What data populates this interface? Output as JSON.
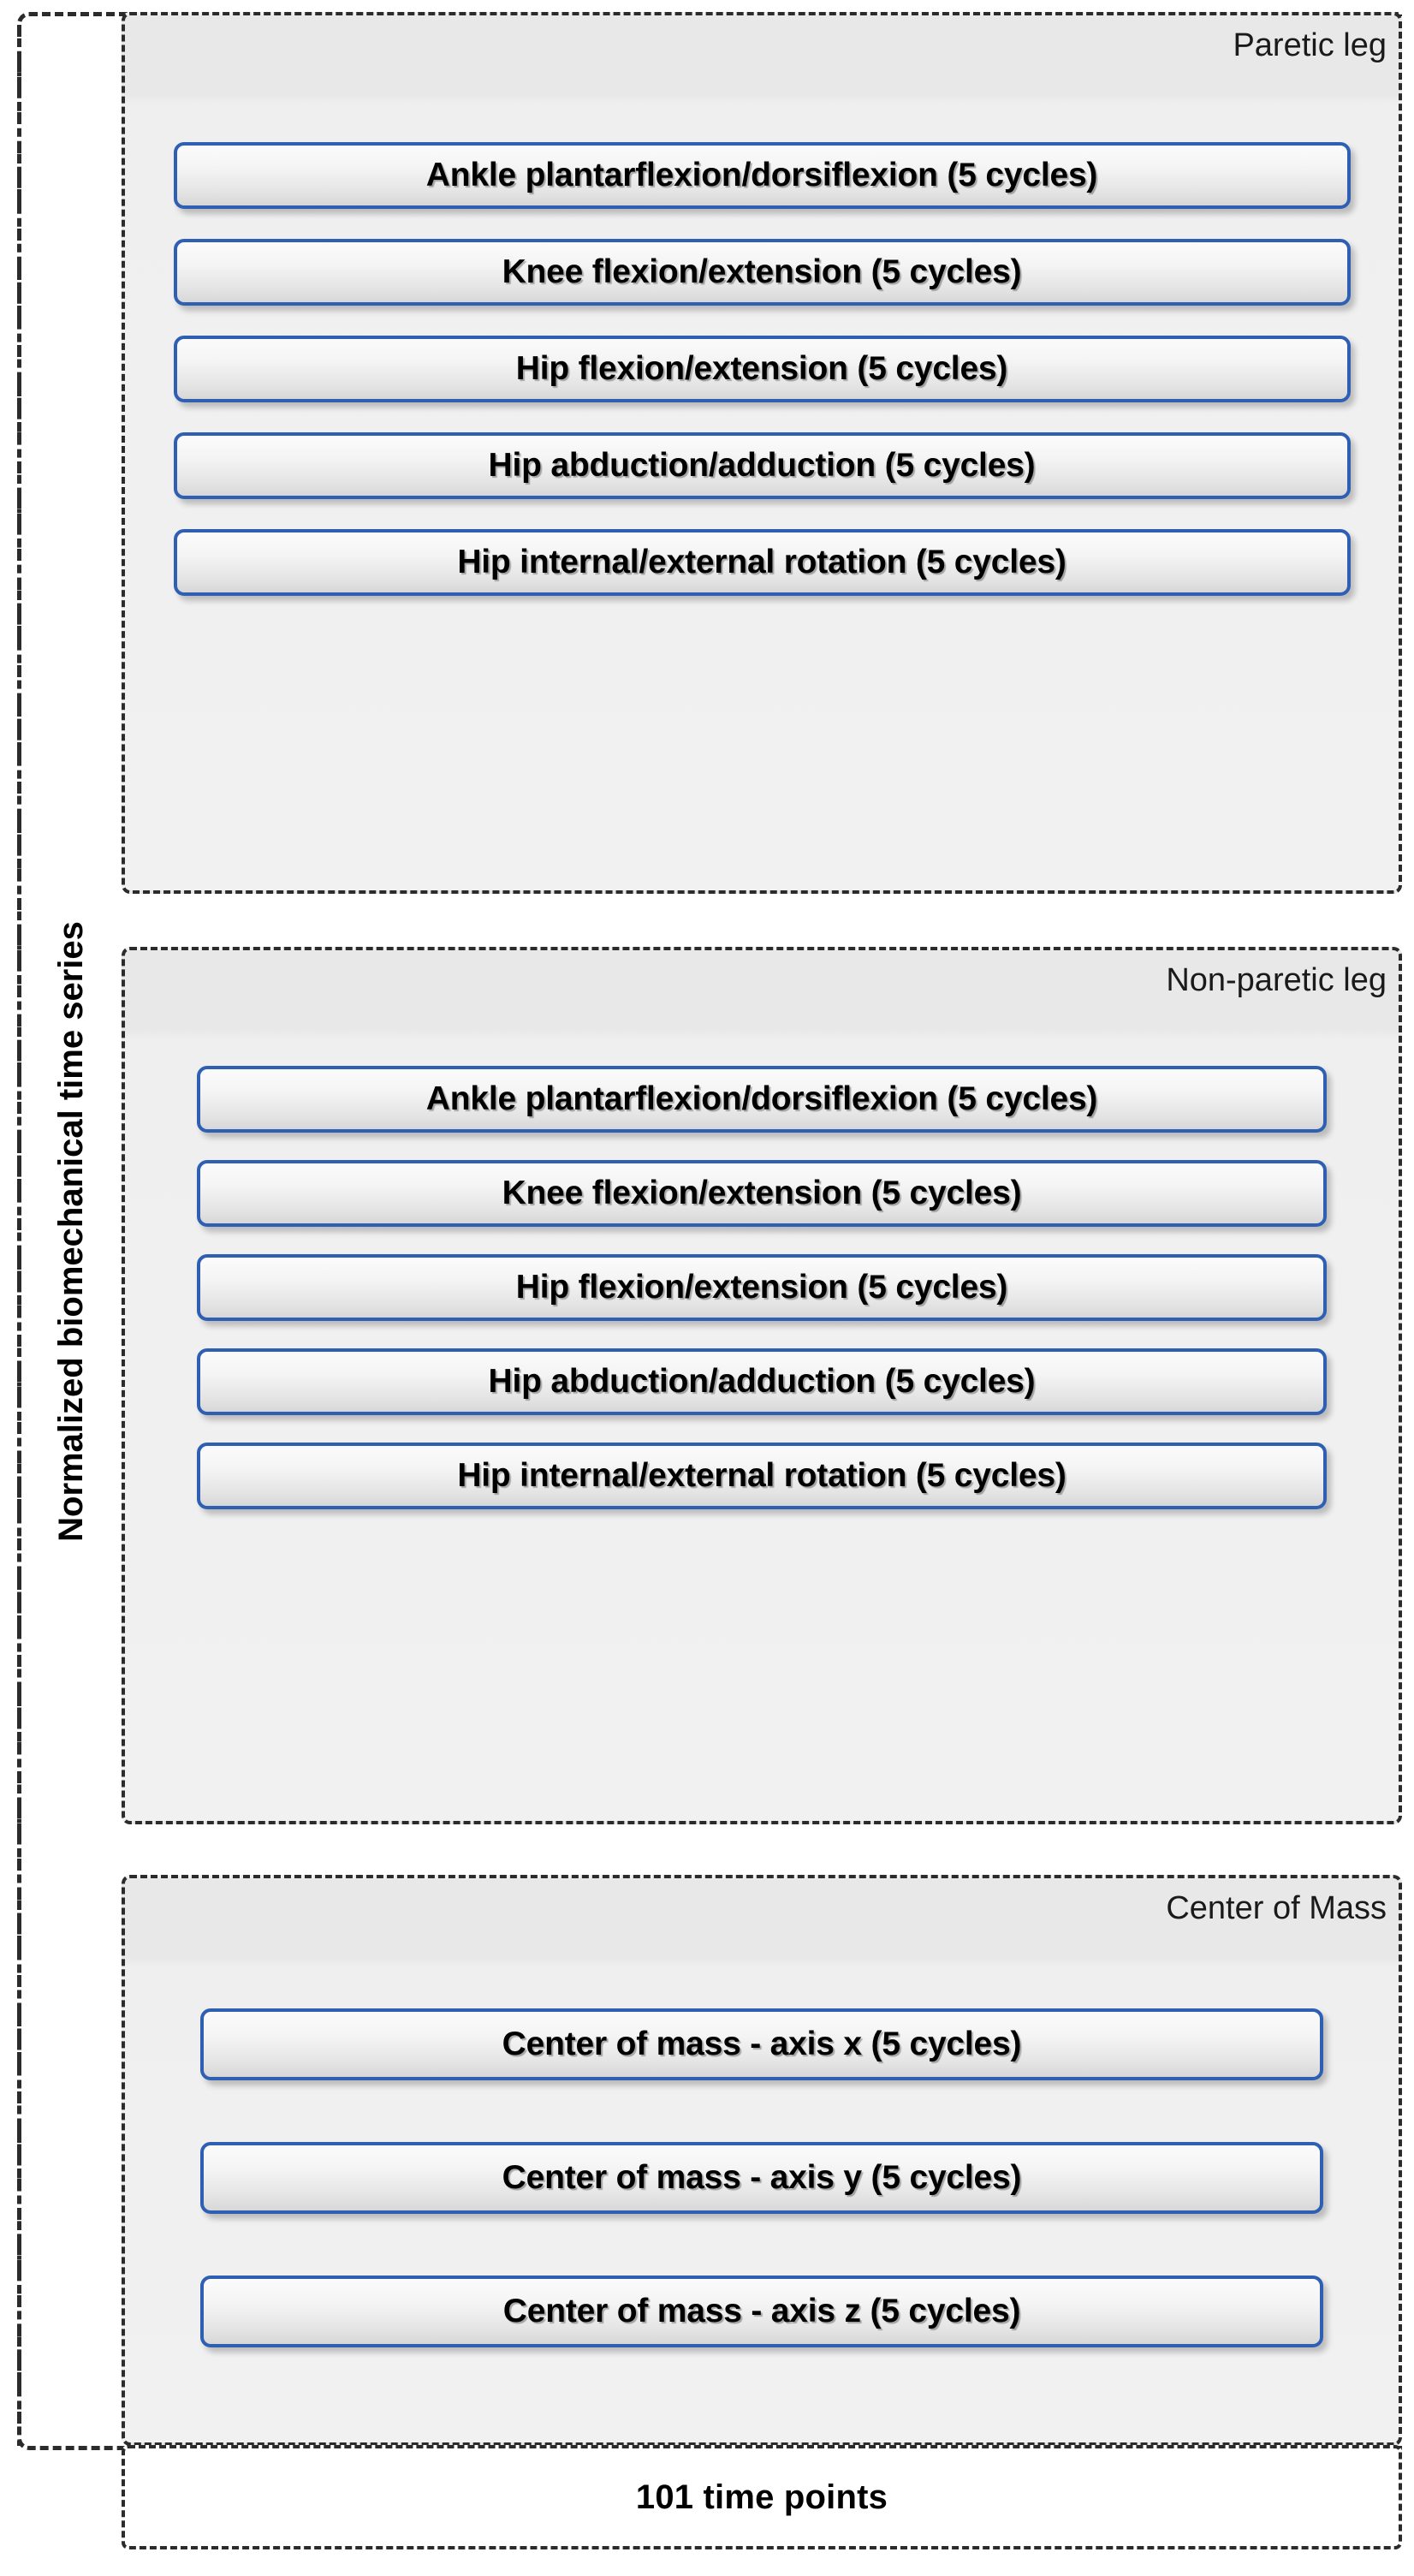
{
  "axis": {
    "y_label": "Normalized biomechanical time series",
    "x_label": "101 time points"
  },
  "groups": [
    {
      "id": "paretic-leg",
      "title": "Paretic leg",
      "bars": [
        {
          "label": "Ankle plantarflexion/dorsiflexion (5 cycles)"
        },
        {
          "label": "Knee flexion/extension (5 cycles)"
        },
        {
          "label": "Hip flexion/extension (5 cycles)"
        },
        {
          "label": "Hip abduction/adduction (5 cycles)"
        },
        {
          "label": "Hip internal/external rotation (5 cycles)"
        }
      ]
    },
    {
      "id": "non-paretic-leg",
      "title": "Non-paretic leg",
      "bars": [
        {
          "label": "Ankle plantarflexion/dorsiflexion (5 cycles)"
        },
        {
          "label": "Knee flexion/extension (5 cycles)"
        },
        {
          "label": "Hip flexion/extension (5 cycles)"
        },
        {
          "label": "Hip abduction/adduction (5 cycles)"
        },
        {
          "label": "Hip internal/external rotation (5 cycles)"
        }
      ]
    },
    {
      "id": "center-of-mass",
      "title": "Center of Mass",
      "bars": [
        {
          "label": "Center of mass - axis x (5 cycles)"
        },
        {
          "label": "Center of mass - axis y (5 cycles)"
        },
        {
          "label": "Center of mass - axis z (5 cycles)"
        }
      ]
    }
  ],
  "colors": {
    "bar_border": "#2f5fb3",
    "frame_stroke": "#2b2b2b",
    "group_background": "#efefef",
    "text": "#000000"
  }
}
